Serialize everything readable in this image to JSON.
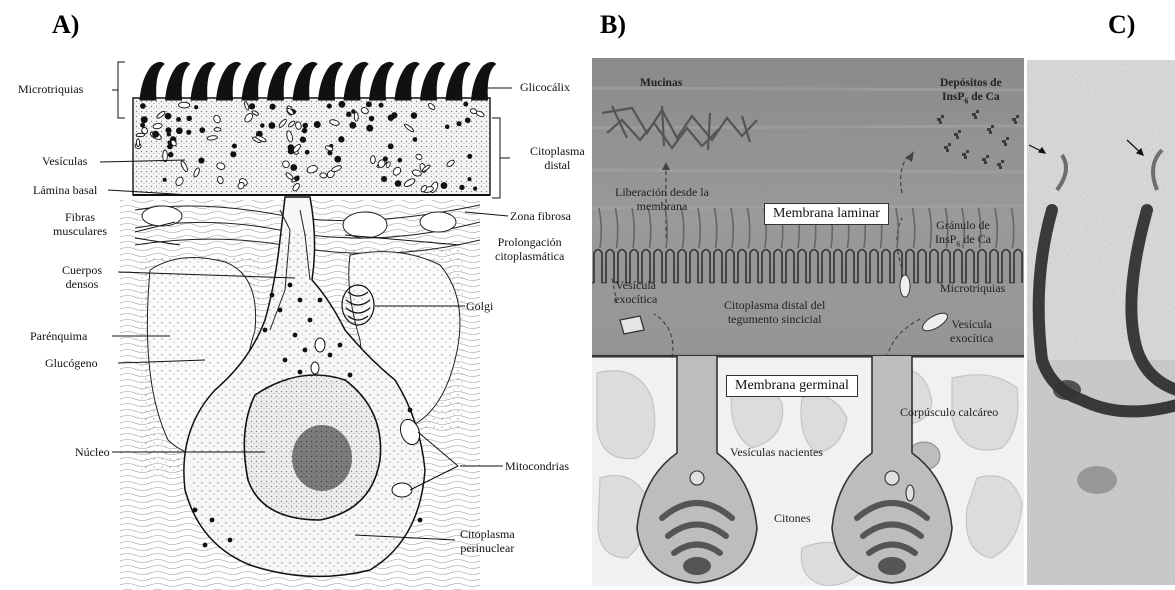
{
  "panels": {
    "a": {
      "letter": "A)",
      "labels": {
        "microtriquias": "Microtriquias",
        "glicocalix": "Glicocálix",
        "vesiculas": "Vesículas",
        "citoplasma_distal": [
          "Citoplasma",
          "distal"
        ],
        "lamina_basal": "Lámina basal",
        "zona_fibrosa": "Zona fibrosa",
        "fibras_musculares": [
          "Fibras",
          "musculares"
        ],
        "prolongacion": [
          "Prolongación",
          "citoplasmática"
        ],
        "cuerpos_densos": [
          "Cuerpos",
          "densos"
        ],
        "golgi": "Golgi",
        "parenquima": "Parénquima",
        "glucogeno": "Glucógeno",
        "nucleo": "Núcleo",
        "mitocondrias": "Mitocondrias",
        "citoplasma_perinuclear": [
          "Citoplasma",
          "perinuclear"
        ]
      }
    },
    "b": {
      "letter": "B)",
      "labels": {
        "mucinas": "Mucinas",
        "depositos": [
          "Depósitos de",
          "InsP",
          "6",
          " de Ca"
        ],
        "liberacion": [
          "Liberación desde la",
          "membrana"
        ],
        "membrana_laminar": "Membrana laminar",
        "granulo": [
          "Gránulo de",
          "InsP",
          "6",
          " de Ca"
        ],
        "microtriquias": "Microtriquias",
        "vesicula_exocitica_left": [
          "Vesícula",
          "exocítica"
        ],
        "citoplasma_distal": [
          "Citoplasma distal del",
          "tegumento sincicial"
        ],
        "vesicula_exocitica_right": [
          "Vesícula",
          "exocítica"
        ],
        "membrana_germinal": "Membrana germinal",
        "corpusculo": "Corpúsculo calcáreo",
        "vesiculas_nacientes": "Vesículas nacientes",
        "citones": "Citones"
      }
    },
    "c": {
      "letter": "C)"
    }
  },
  "colors": {
    "ink": "#111111",
    "b_background": "#8f8f8f",
    "b_cell_fill": "#e8e8e8",
    "b_organelle": "#6b6b6b"
  }
}
